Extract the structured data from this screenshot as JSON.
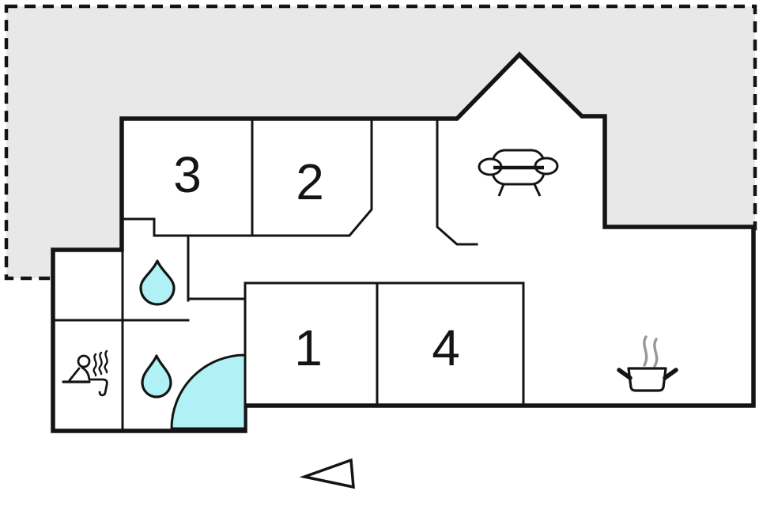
{
  "plan": {
    "kind": "holiday-house-floor-plan",
    "rooms": [
      {
        "label": "3"
      },
      {
        "label": "2"
      },
      {
        "label": "1"
      },
      {
        "label": "4"
      }
    ],
    "icons": {
      "sofa": "sofa-icon",
      "shower_top": "water-drop-icon",
      "shower_bottom": "water-drop-icon",
      "sauna": "sauna-icon",
      "cooking_pot": "cooking-pot-icon",
      "entrance_arrow": "entrance-arrow-icon",
      "corner_bath": "corner-bath"
    },
    "colors": {
      "terrace": "#e8e8e8",
      "water": "#aff1f5",
      "wall": "#141414",
      "steam_gray": "#989898",
      "background": "#ffffff"
    }
  }
}
